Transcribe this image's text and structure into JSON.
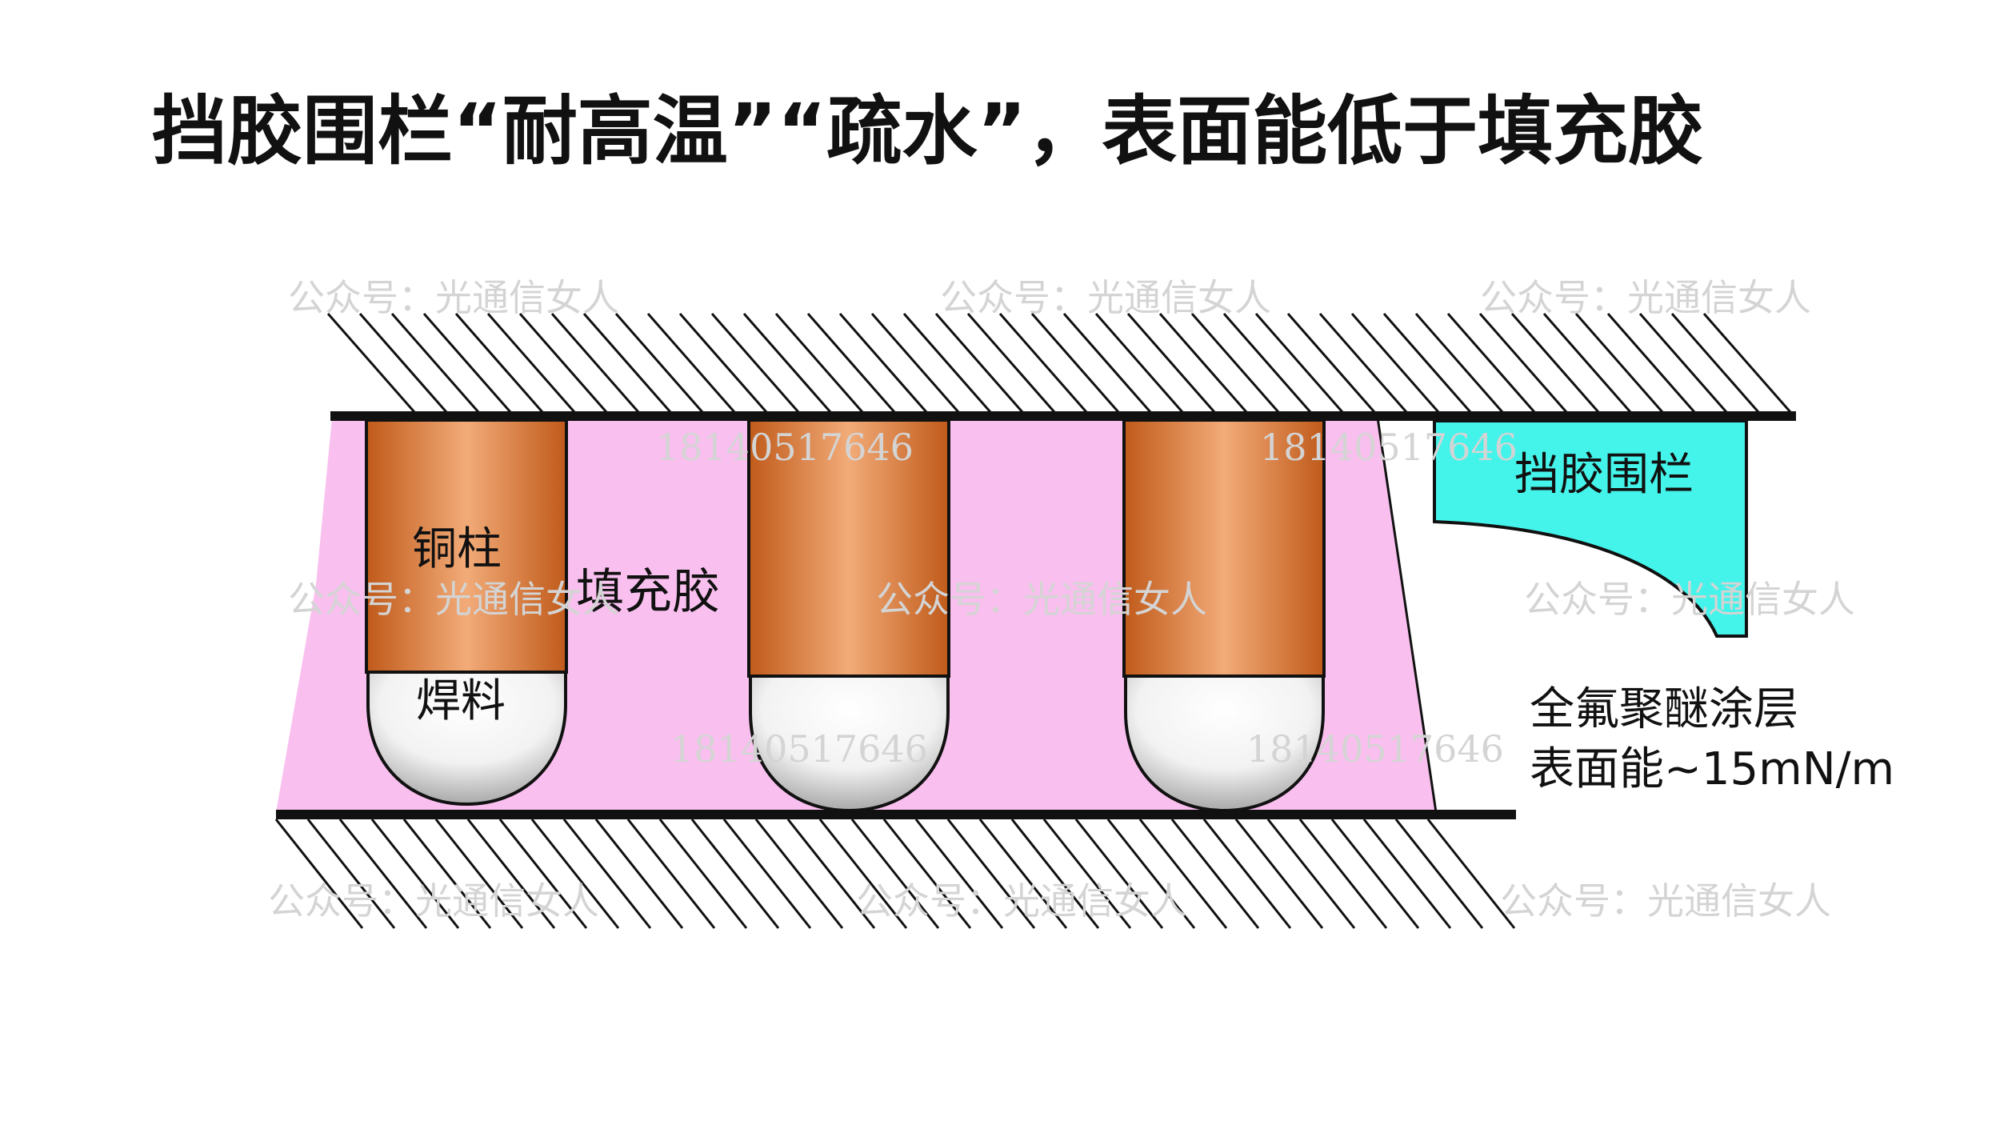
{
  "title": "挡胶围栏“耐高温”“疏水”，表面能低于填充胶",
  "labels": {
    "copper_pillar": "铜柱",
    "solder": "焊料",
    "underfill": "填充胶",
    "dam": "挡胶围栏",
    "coating_line1": "全氟聚醚涂层",
    "coating_line2": "表面能~15mN/m"
  },
  "watermarks": {
    "account": "公众号：光通信女人",
    "phone": "18140517646"
  },
  "colors": {
    "underfill": "#f9c0ef",
    "dam": "#44f3ea",
    "copper_dark": "#c05a1a",
    "copper_light": "#f2ab78",
    "solder_light": "#ffffff",
    "solder_dark": "#a8a8a8"
  }
}
